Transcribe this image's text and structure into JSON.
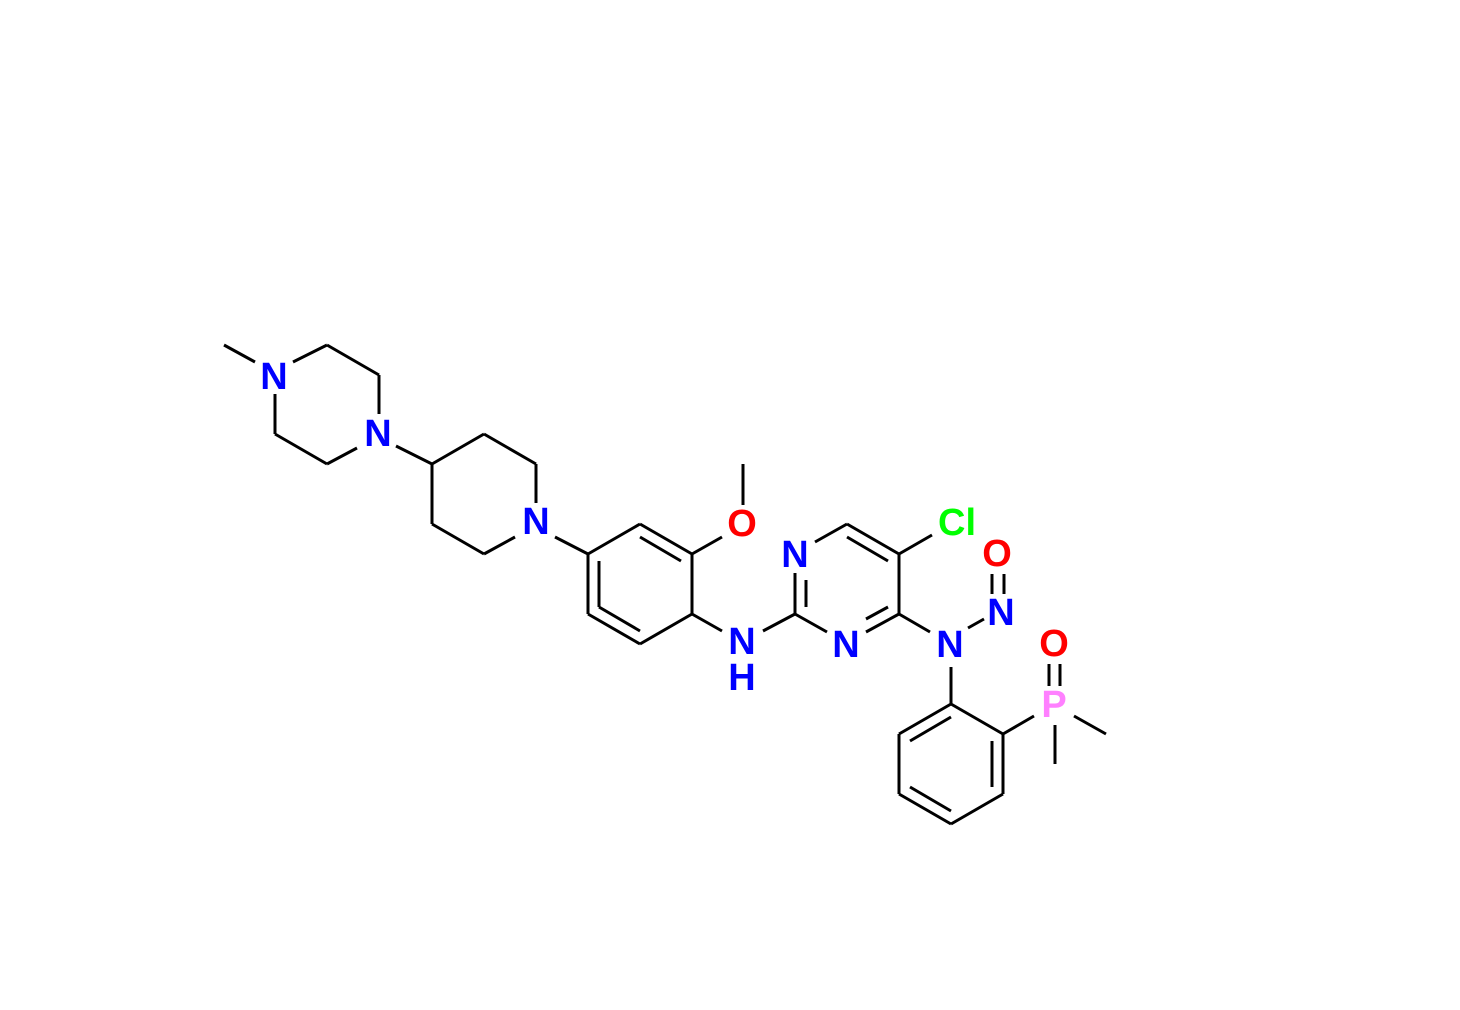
{
  "colors": {
    "N": "#0000ff",
    "O": "#ff0000",
    "Cl": "#00ff00",
    "P": "#ff80ff",
    "bond": "#000000"
  },
  "atom_labels": {
    "n_methyl": "N",
    "n_piperazine_4": "N",
    "n_piperidine": "N",
    "o_methoxy": "O",
    "nh_n": "N",
    "nh_h": "H",
    "n_pyrimidine_3": "N",
    "n_pyrimidine_1": "N",
    "cl": "Cl",
    "n_nitroso": "N",
    "o_nitroso": "O",
    "n_amine": "N",
    "p": "P",
    "o_phosphine": "O"
  }
}
